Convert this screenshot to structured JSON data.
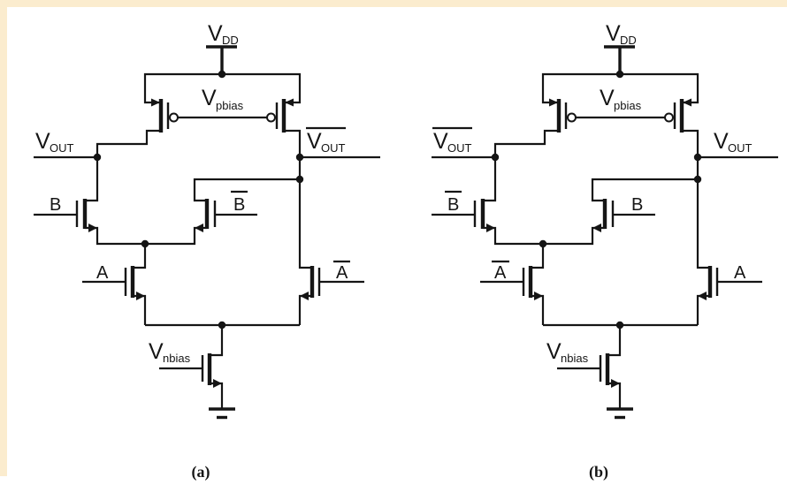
{
  "figure": {
    "background_color": "#FFFFFF",
    "frame_color": "#FBECCE",
    "line_color": "#151515",
    "description": "Two MOS current-mode differential logic gate schematics",
    "circuits": [
      {
        "caption": "(a)",
        "labels": {
          "vdd": {
            "base": "V",
            "sub": "DD"
          },
          "vpbias": {
            "base": "V",
            "sub": "pbias"
          },
          "vnbias": {
            "base": "V",
            "sub": "nbias"
          },
          "out_left": {
            "base": "V",
            "sub": "OUT",
            "overline": false
          },
          "out_right": {
            "base": "V",
            "sub": "OUT",
            "overline": true
          },
          "in_b_left": {
            "text": "B",
            "overline": false
          },
          "in_b_inner": {
            "text": "B",
            "overline": true
          },
          "in_a_left": {
            "text": "A",
            "overline": false
          },
          "in_a_right": {
            "text": "A",
            "overline": true
          }
        }
      },
      {
        "caption": "(b)",
        "labels": {
          "vdd": {
            "base": "V",
            "sub": "DD"
          },
          "vpbias": {
            "base": "V",
            "sub": "pbias"
          },
          "vnbias": {
            "base": "V",
            "sub": "nbias"
          },
          "out_left": {
            "base": "V",
            "sub": "OUT",
            "overline": true
          },
          "out_right": {
            "base": "V",
            "sub": "OUT",
            "overline": false
          },
          "in_b_left": {
            "text": "B",
            "overline": true
          },
          "in_b_inner": {
            "text": "B",
            "overline": false
          },
          "in_a_left": {
            "text": "A",
            "overline": true
          },
          "in_a_right": {
            "text": "A",
            "overline": false
          }
        }
      }
    ]
  }
}
